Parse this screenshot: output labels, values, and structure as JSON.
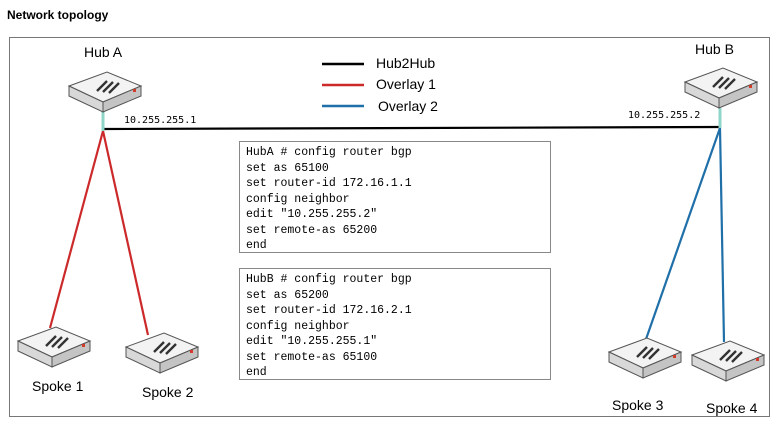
{
  "title": "Network topology",
  "legend": [
    {
      "label": "Hub2Hub",
      "color": "#000000"
    },
    {
      "label": "Overlay 1",
      "color": "#cc2a2a"
    },
    {
      "label": "Overlay 2",
      "color": "#1f6fa8"
    }
  ],
  "nodes": {
    "hub_a": {
      "label": "Hub A",
      "icon": "router-icon"
    },
    "hub_b": {
      "label": "Hub B",
      "icon": "router-icon"
    },
    "spoke1": {
      "label": "Spoke 1",
      "icon": "router-icon"
    },
    "spoke2": {
      "label": "Spoke 2",
      "icon": "router-icon"
    },
    "spoke3": {
      "label": "Spoke 3",
      "icon": "router-icon"
    },
    "spoke4": {
      "label": "Spoke 4",
      "icon": "router-icon"
    }
  },
  "addresses": {
    "hub_a": "10.255.255.1",
    "hub_b": "10.255.255.2"
  },
  "configs": {
    "hub_a": [
      "HubA # config router bgp",
      "set as 65100",
      "set router-id 172.16.1.1",
      "config neighbor",
      "edit \"10.255.255.2\"",
      "set remote-as 65200",
      "end"
    ],
    "hub_b": [
      "HubB # config router bgp",
      "set as 65200",
      "set router-id 172.16.2.1",
      "config neighbor",
      "edit \"10.255.255.1\"",
      "set remote-as 65100",
      "end"
    ]
  }
}
